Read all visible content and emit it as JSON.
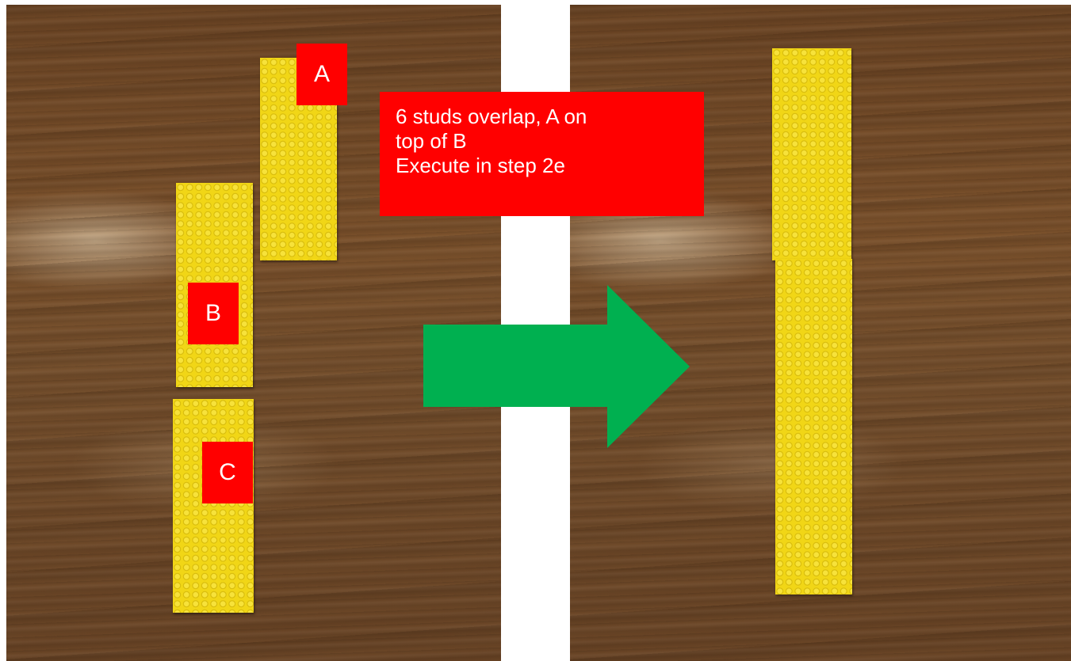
{
  "labels": {
    "a": "A",
    "b": "B",
    "c": "C"
  },
  "instruction": {
    "line1": "6 studs overlap, A on",
    "line2": "top of B",
    "line3": "Execute in step 2e"
  },
  "colors": {
    "label_background": "#ff0000",
    "arrow": "#00b050",
    "plate": "#f1d616"
  },
  "icons": {
    "arrow": "right-arrow-icon"
  }
}
